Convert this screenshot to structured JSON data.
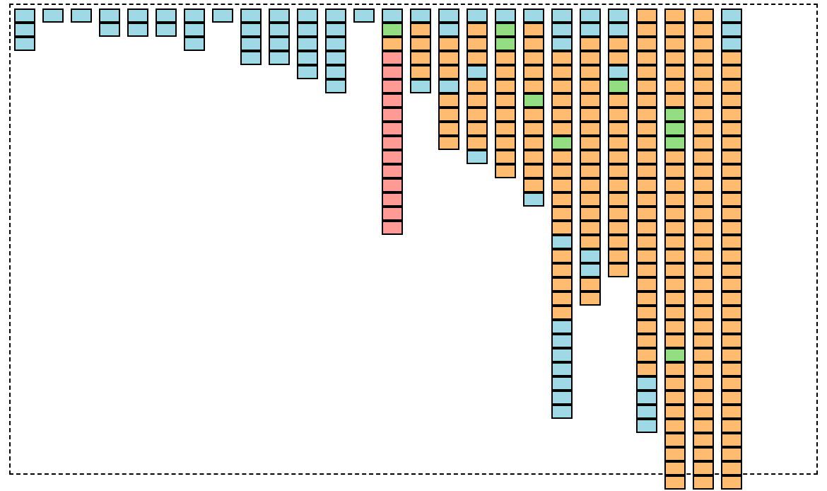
{
  "palette": {
    "b": "#9ED9E5",
    "o": "#FFBB70",
    "g": "#93DE83",
    "r": "#FF9B94"
  },
  "columns": [
    "bbb",
    "b",
    "b",
    "bb",
    "bb",
    "bb",
    "bbb",
    "b",
    "bbbb",
    "bbbb",
    "bbbbb",
    "bbbbbb",
    "b",
    "bgorrrrrrrrrrrrr",
    "boooob",
    "bboooboooo",
    "booobooooob",
    "bggooooooooo",
    "booooogoooooob",
    "bbboooooogoooooobooooobbbbbbb",
    "bbooooooooooooooobboo",
    "bboobgooooooooooooo",
    "oooooooooooooooooooooooooobbbb",
    "ooooooogggoooooooooooooogooooooooo",
    "oooooooooooooooooooooooooooooooooo",
    "bbbooooooooooooooooooooooooooooooo"
  ]
}
